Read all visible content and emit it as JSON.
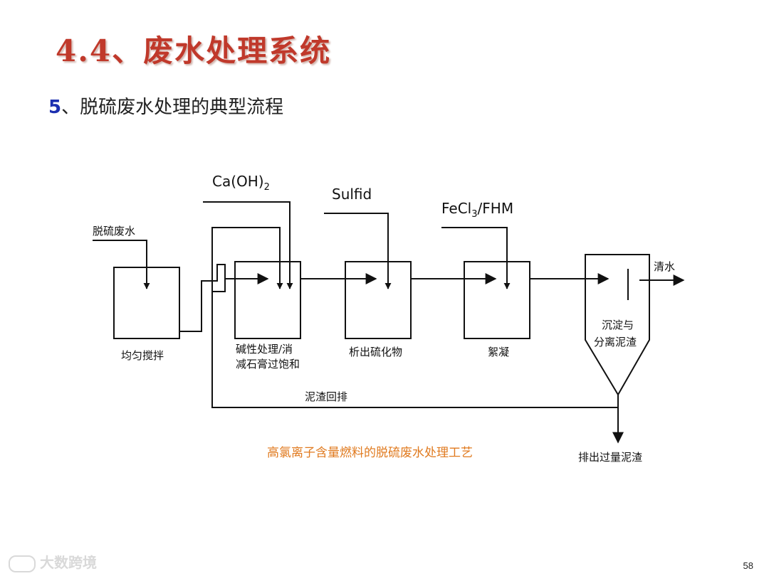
{
  "slide": {
    "title": "4.4、废水处理系统",
    "subtitle_num": "5",
    "subtitle_text": "、脱硫废水处理的典型流程",
    "page_number": "58",
    "watermark": "大数跨境"
  },
  "diagram": {
    "input_label": "脱硫废水",
    "reagents": {
      "caoh2": "Ca(OH)",
      "caoh2_sub": "2",
      "sulfid": "Sulfid",
      "fecl3_pre": "FeCl",
      "fecl3_sub": "3",
      "fecl3_post": "/FHM"
    },
    "units": {
      "mix": "均匀搅拌",
      "alkali_line1": "碱性处理/消",
      "alkali_line2": "减石膏过饱和",
      "sulfide": "析出硫化物",
      "floc": "絮凝",
      "settle_line1": "沉淀与",
      "settle_line2": "分离泥渣"
    },
    "outputs": {
      "clear_water": "清水",
      "sludge_return": "泥渣回排",
      "excess_sludge": "排出过量泥渣"
    },
    "caption": "高氯离子含量燃料的脱硫废水处理工艺"
  }
}
